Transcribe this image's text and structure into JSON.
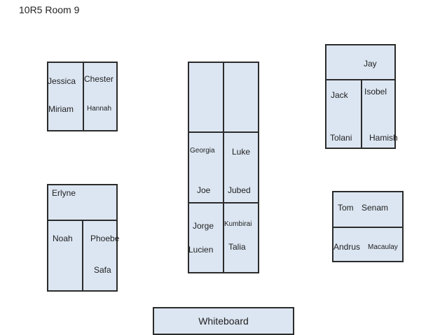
{
  "title": "10R5 Room 9",
  "whiteboard": "Whiteboard",
  "groups": {
    "top_left": [
      "Jessica",
      "Chester",
      "Miriam",
      "Hannah"
    ],
    "bottom_left": [
      "Erlyne",
      "Noah",
      "Phoebe",
      "Safa"
    ],
    "center": [
      "Georgia",
      "Luke",
      "Joe",
      "Jubed",
      "Jorge",
      "Kumbirai",
      "Lucien",
      "Talia"
    ],
    "top_right": [
      "Jay",
      "Jack",
      "Isobel",
      "Tolani",
      "Hamish"
    ],
    "bottom_right": [
      "Tom",
      "Senam",
      "Andrus",
      "Macaulay"
    ]
  },
  "colors": {
    "desk_fill": "#dce6f2",
    "desk_border": "#2b2b2b"
  }
}
